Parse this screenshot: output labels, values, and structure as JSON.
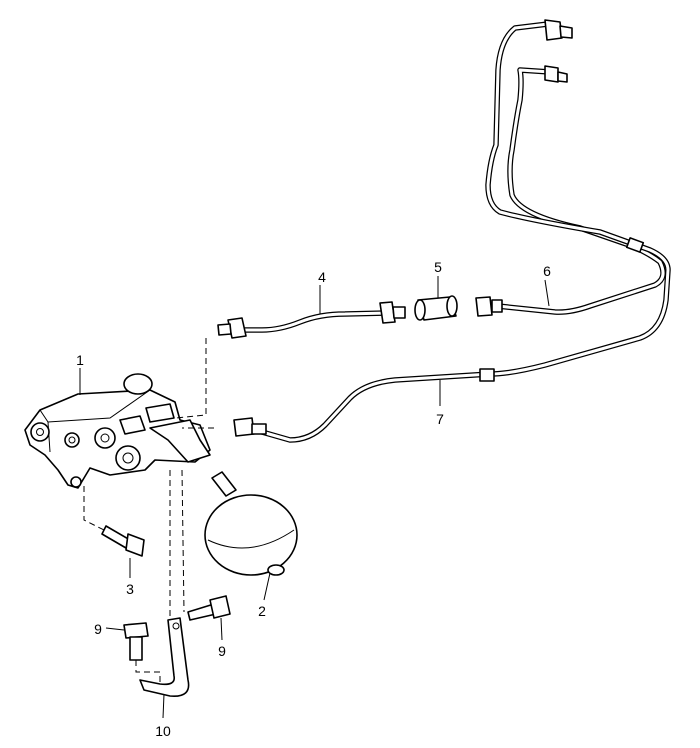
{
  "diagram": {
    "callouts": [
      {
        "id": "c1",
        "label": "1"
      },
      {
        "id": "c2",
        "label": "2"
      },
      {
        "id": "c3",
        "label": "3"
      },
      {
        "id": "c4",
        "label": "4"
      },
      {
        "id": "c5",
        "label": "5"
      },
      {
        "id": "c6",
        "label": "6"
      },
      {
        "id": "c7",
        "label": "7"
      },
      {
        "id": "c9a",
        "label": "9"
      },
      {
        "id": "c9b",
        "label": "9"
      },
      {
        "id": "c10",
        "label": "10"
      }
    ]
  },
  "colors": {
    "line": "#000000",
    "background": "#ffffff"
  }
}
